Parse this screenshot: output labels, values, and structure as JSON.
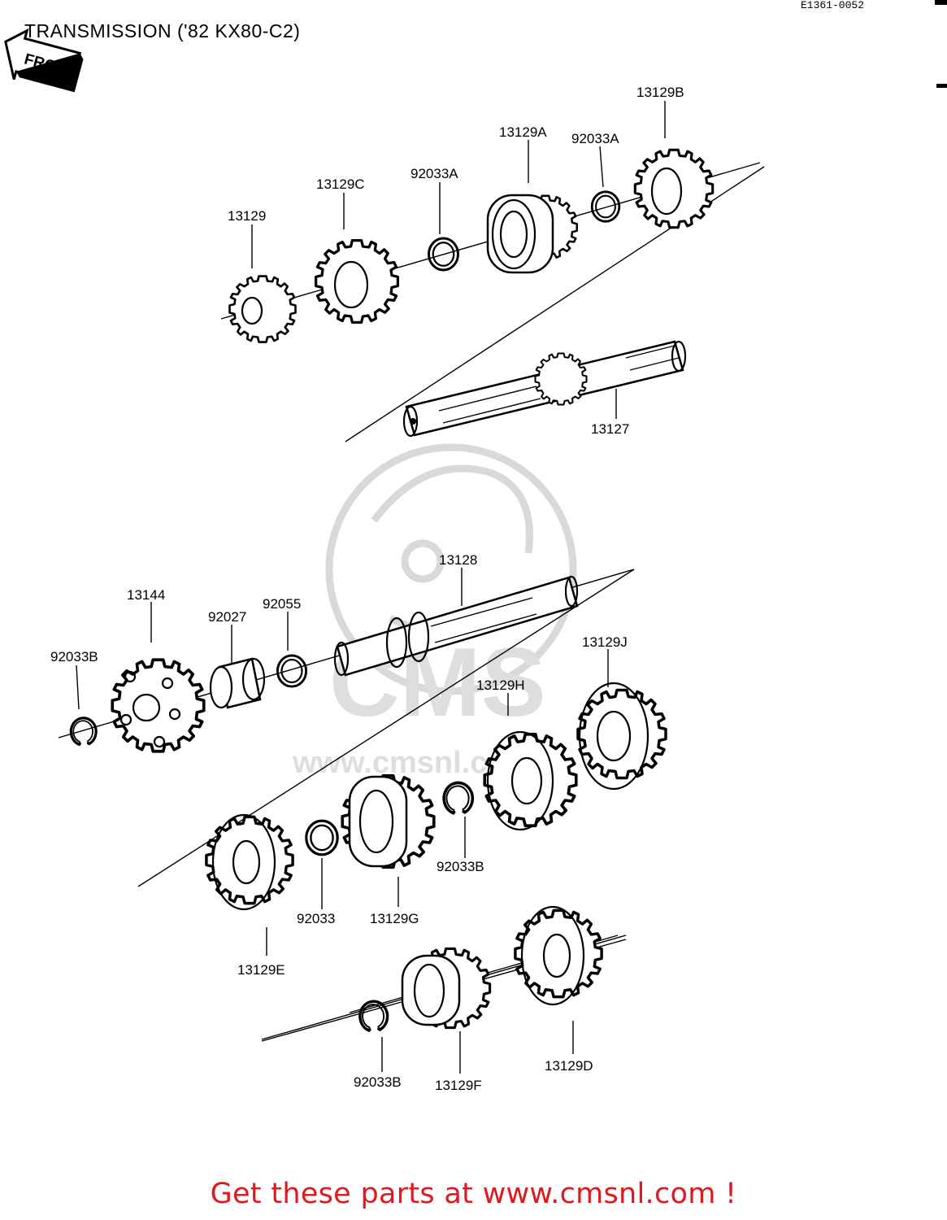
{
  "diagram": {
    "title": "TRANSMISSION ('82 KX80-C2)",
    "figure_code": "E1361-0052",
    "front_label": "FRONT",
    "parts": {
      "p13129": "13129",
      "p13129C": "13129C",
      "p92033A_1": "92033A",
      "p13129A": "13129A",
      "p92033A_2": "92033A",
      "p13129B": "13129B",
      "p13127": "13127",
      "p13128": "13128",
      "p13144": "13144",
      "p92027": "92027",
      "p92055": "92055",
      "p92033B_1": "92033B",
      "p13129J": "13129J",
      "p13129H": "13129H",
      "p92033B_2": "92033B",
      "p13129G": "13129G",
      "p92033": "92033",
      "p13129E": "13129E",
      "p92033B_3": "92033B",
      "p13129F": "13129F",
      "p13129D": "13129D"
    },
    "watermark": "www.cmsnl.com"
  },
  "footer": {
    "text": "Get these parts at www.cmsnl.com !",
    "color": "#e0181e"
  }
}
